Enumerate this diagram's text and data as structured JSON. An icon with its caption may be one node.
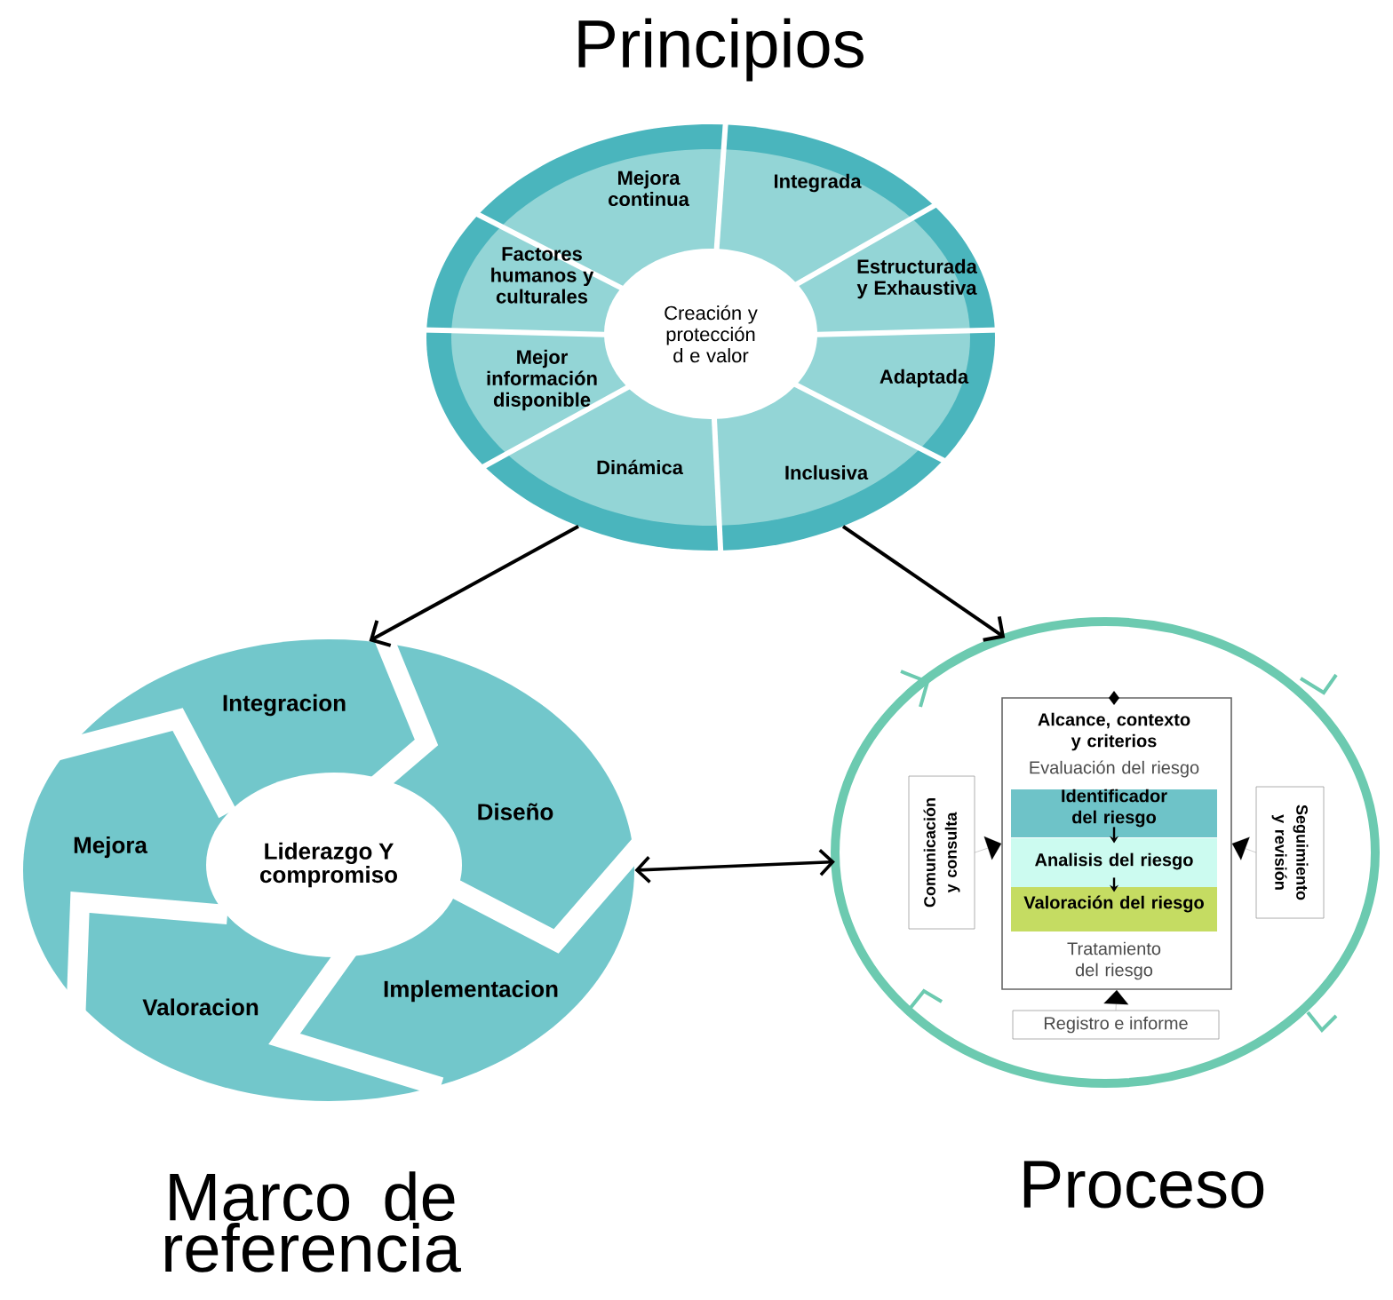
{
  "diagram": {
    "nodes": [
      {
        "text": [
          "Principios"
        ]
      },
      {
        "text": [
          "Mejora continua"
        ],
        "in": 0
      },
      {
        "text": [
          "Integrada"
        ],
        "in": 0
      },
      {
        "text": [
          "Estructurada y Exhaustiva"
        ],
        "in": 0
      },
      {
        "text": [
          "Adaptada"
        ],
        "in": 0
      },
      {
        "text": [
          "Inclusiva"
        ],
        "in": 0
      },
      {
        "text": [
          "Dinámica"
        ],
        "in": 0
      },
      {
        "text": [
          "Mejor información disponible"
        ],
        "in": 0
      },
      {
        "text": [
          "Factores humanos y culturales"
        ],
        "in": 0
      },
      {
        "text": [
          "Creación y protección d e valor"
        ],
        "in": 0
      },
      {
        "text": [
          "Marco de referencia"
        ]
      },
      {
        "text": [
          "Integracion"
        ],
        "in": 10
      },
      {
        "text": [
          "Diseño"
        ],
        "in": 10
      },
      {
        "text": [
          "Implementacion"
        ],
        "in": 10
      },
      {
        "text": [
          "Valoracion"
        ],
        "in": 10
      },
      {
        "text": [
          "Mejora"
        ],
        "in": 10
      },
      {
        "text": [
          "Liderazgo Y compromiso"
        ],
        "in": 10
      },
      {
        "text": [
          "Proceso"
        ]
      },
      {
        "text": [
          "Alcance, contexto y criterios",
          "Evaluación del riesgo",
          "Tratamiento del riesgo"
        ],
        "in": 17
      },
      {
        "text": [
          "Identificador del riesgo"
        ],
        "in": 18
      },
      {
        "text": [
          "Analisis del riesgo"
        ],
        "in": 18
      },
      {
        "text": [
          "Valoración del riesgo"
        ],
        "in": 18
      },
      {
        "text": [
          "Comunicación y consulta"
        ],
        "in": 17
      },
      {
        "text": [
          "Seguimiento y revisión"
        ],
        "in": 17
      },
      {
        "text": [
          "Registro e informe"
        ],
        "in": 17
      }
    ],
    "edges": [
      {
        "from": 0,
        "to": 10,
        "arrow": "to"
      },
      {
        "from": 0,
        "to": 17,
        "arrow": "to"
      },
      {
        "from": 10,
        "to": 17,
        "arrow": "both"
      },
      {
        "from": 19,
        "to": 20,
        "arrow": "to"
      },
      {
        "from": 20,
        "to": 21,
        "arrow": "to"
      },
      {
        "from": 22,
        "to": 18,
        "arrow": "to"
      },
      {
        "from": 23,
        "to": 18,
        "arrow": "to"
      },
      {
        "from": 24,
        "to": 18,
        "arrow": "to"
      }
    ]
  }
}
